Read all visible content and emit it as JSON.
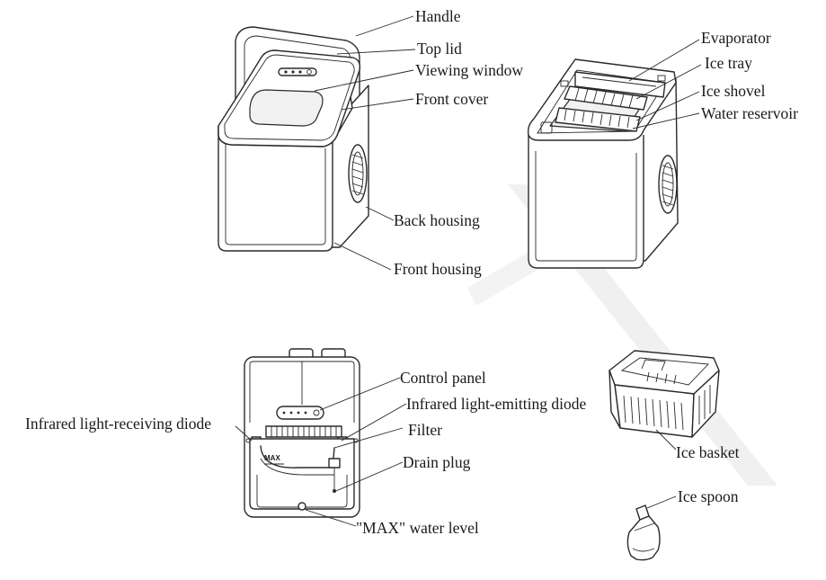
{
  "labels": {
    "handle": "Handle",
    "top_lid": "Top lid",
    "viewing_window": "Viewing window",
    "front_cover": "Front cover",
    "back_housing": "Back housing",
    "front_housing": "Front housing",
    "evaporator": "Evaporator",
    "ice_tray": "Ice tray",
    "ice_shovel": "Ice shovel",
    "water_reservoir": "Water reservoir",
    "control_panel": "Control panel",
    "ir_emitting_diode": "Infrared light-emitting diode",
    "ir_receiving_diode": "Infrared light-receiving diode",
    "filter": "Filter",
    "drain_plug": "Drain plug",
    "max_water_level": "\"MAX\" water level",
    "ice_basket": "Ice basket",
    "ice_spoon": "Ice spoon"
  },
  "marks": {
    "max": "MAX"
  },
  "colors": {
    "line": "#2a2a2a",
    "background": "#ffffff",
    "watermark": "#eeeeee"
  }
}
